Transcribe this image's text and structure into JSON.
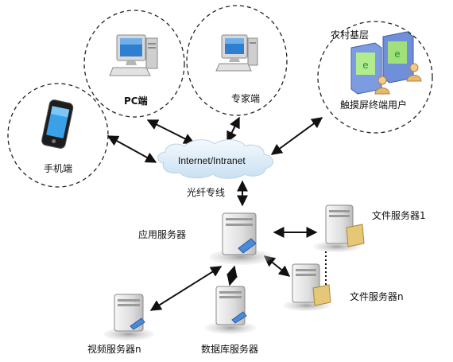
{
  "nodes": {
    "pc": {
      "label": "PC端"
    },
    "expert": {
      "label": "专家端"
    },
    "touch_user": {
      "label": "触摸屏终端用户"
    },
    "rural": {
      "label": "农村基层"
    },
    "mobile": {
      "label": "手机端"
    },
    "internet": {
      "label": "Internet/Intranet"
    },
    "fiber": {
      "label": "光纤专线"
    },
    "app_server": {
      "label": "应用服务器"
    },
    "file_server_1": {
      "label": "文件服务器1"
    },
    "file_server_n": {
      "label": "文件服务器n"
    },
    "video_server": {
      "label": "视频服务器n"
    },
    "db_server": {
      "label": "数据库服务器"
    }
  },
  "colors": {
    "line": "#111111",
    "cloud": "#dcecf8",
    "server_body": "#e9e9e9",
    "monitor_screen": "#2f7fd0",
    "kiosk": "#6f8fd8",
    "kiosk_screen": "#9fe07a",
    "folder": "#e6c778"
  }
}
